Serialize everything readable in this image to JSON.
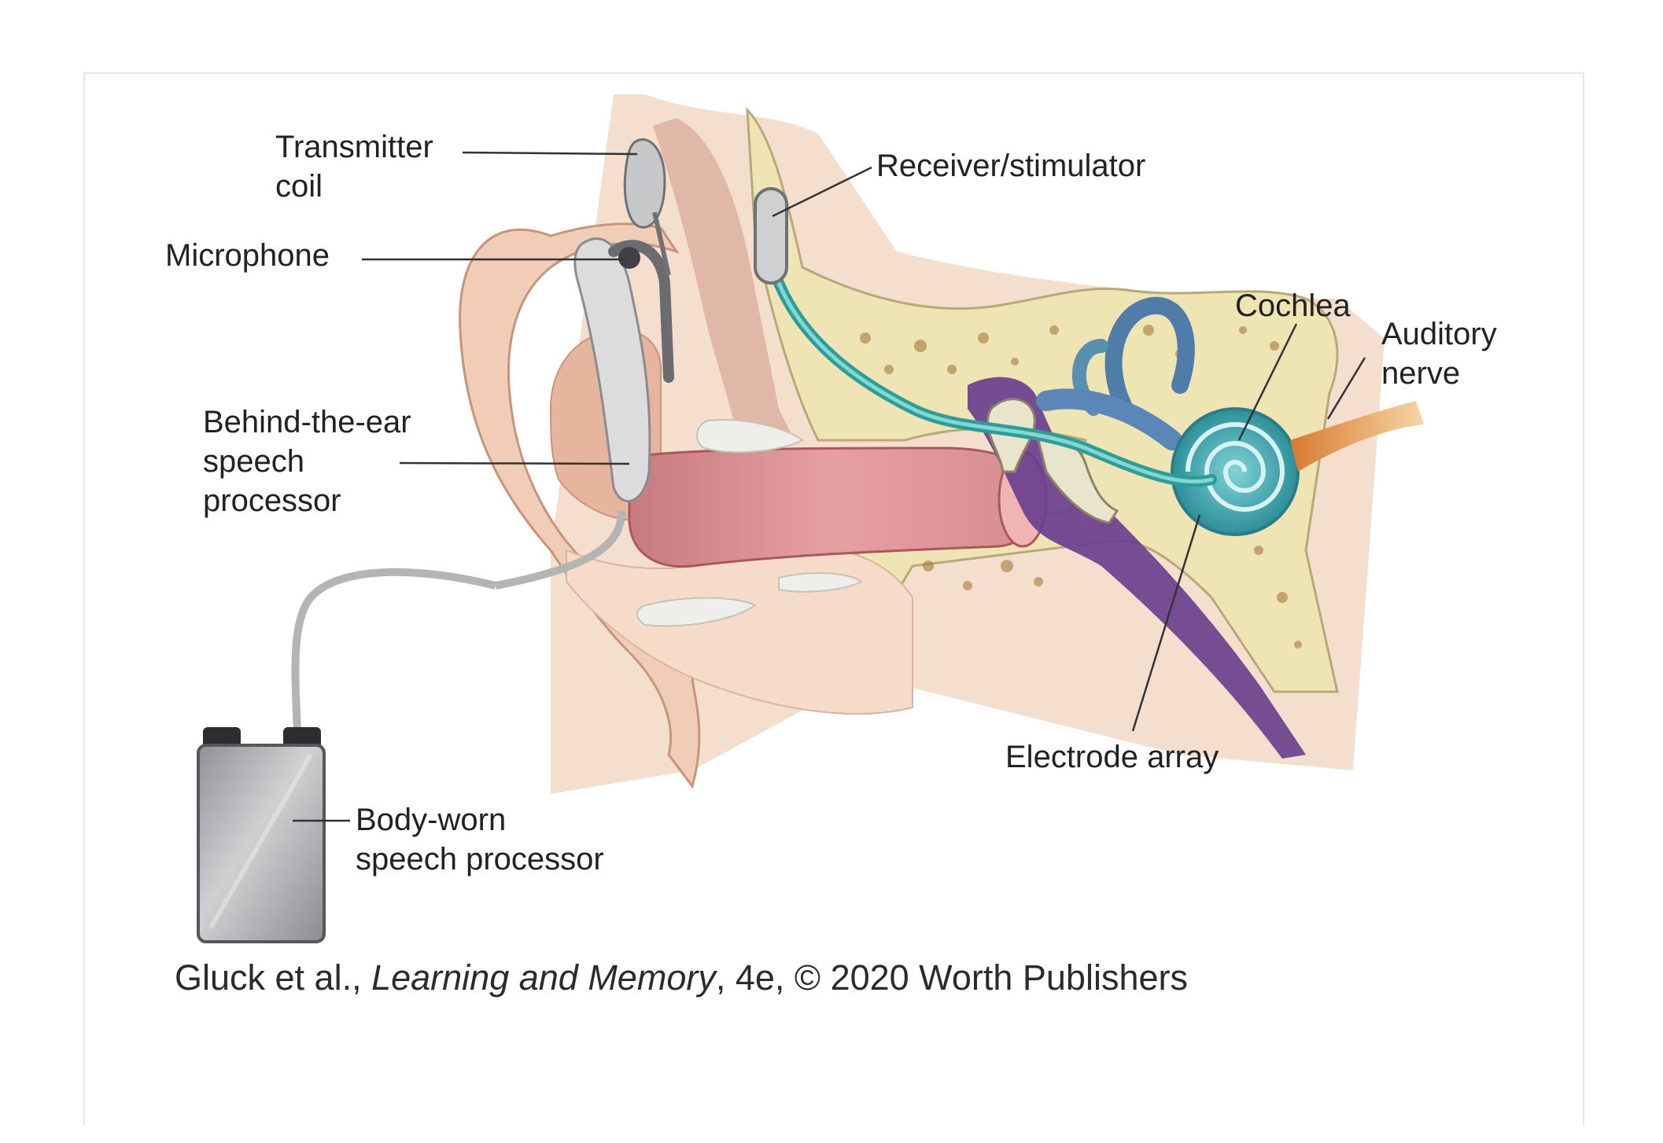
{
  "labels": {
    "transmitter_coil": "Transmitter\ncoil",
    "microphone": "Microphone",
    "behind_the_ear": "Behind-the-ear\nspeech\nprocessor",
    "body_worn": "Body-worn\nspeech processor",
    "receiver_stimulator": "Receiver/stimulator",
    "cochlea": "Cochlea",
    "auditory_nerve": "Auditory\nnerve",
    "electrode_array": "Electrode array"
  },
  "credit": {
    "authors": "Gluck et al., ",
    "title": "Learning and Memory",
    "rest": ", 4e, © 2020 Worth Publishers"
  },
  "colors": {
    "skin": "#f1cdb8",
    "ear_canal": "#d9848c",
    "bone": "#efe4b4",
    "cochlea": "#3fa8b0",
    "electrode_lead": "#3cb8b0",
    "nerve": "#e79a4a",
    "purple_tube": "#6a3f8e",
    "device": "#a9abae"
  }
}
